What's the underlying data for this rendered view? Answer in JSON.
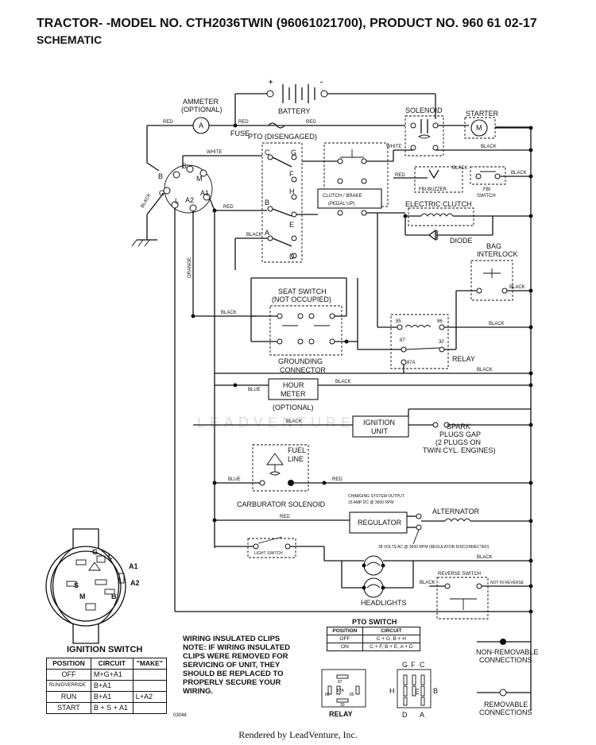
{
  "title": {
    "line1": "TRACTOR- -MODEL NO. CTH2036TWIN (96061021700), PRODUCT NO. 960 61 02-17",
    "line2": "SCHEMATIC"
  },
  "components": {
    "ammeter": "AMMETER",
    "ammeter_opt": "(OPTIONAL)",
    "battery": "BATTERY",
    "plus": "+",
    "minus": "-",
    "fuse": "FUSE",
    "solenoid": "SOLENOID",
    "starter": "STARTER",
    "starter_m": "M",
    "ammeter_a": "A",
    "pto": "PTO (DISENGAGED)",
    "clutch_brake": "CLUTCH / BRAKE",
    "pedal_up": "(PEDAL UP)",
    "fbi_buzzer": "FBI BUZZER",
    "fbi_switch_1": "FBI",
    "fbi_switch_2": "SWITCH",
    "electric_clutch": "ELECTRIC CLUTCH",
    "diode": "DIODE",
    "bag_interlock_1": "BAG",
    "bag_interlock_2": "INTERLOCK",
    "seat_switch_1": "SEAT SWITCH",
    "seat_switch_2": "(NOT OCCUPIED)",
    "grounding_1": "GROUNDING",
    "grounding_2": "CONNECTOR",
    "relay": "RELAY",
    "hour_meter_1": "HOUR",
    "hour_meter_2": "METER",
    "hour_meter_opt": "(OPTIONAL)",
    "ignition_unit_1": "IGNITION",
    "ignition_unit_2": "UNIT",
    "spark_1": "SPARK",
    "spark_2": "PLUGS GAP",
    "spark_3": "(2 PLUGS ON",
    "spark_4": "TWIN CYL. ENGINES)",
    "fuel_line_1": "FUEL",
    "fuel_line_2": "LINE",
    "carb_solenoid": "CARBURATOR SOLENOID",
    "charging_1": "CHARGING SYSTEM OUTPUT",
    "charging_2": "15 AMP DC @ 3600 RPM",
    "regulator": "REGULATOR",
    "alternator": "ALTERNATOR",
    "volts_ac": "28 VOLTS AC @ 3600 RPM (REGULATOR DISCONNECTED)",
    "light_switch": "LIGHT SWITCH",
    "headlights": "HEADLIGHTS",
    "reverse_switch": "REVERSE SWITCH",
    "not_in_reverse": "NOT IN REVERSE",
    "ignition_switch": "IGNITION SWITCH",
    "non_removable_1": "NON-REMOVABLE",
    "non_removable_2": "CONNECTIONS",
    "removable_1": "REMOVABLE",
    "removable_2": "CONNECTIONS",
    "part_no": "03048",
    "relay_bottom": "RELAY",
    "pto_switch_title": "PTO SWITCH"
  },
  "wire_colors": {
    "red": "RED",
    "white": "WHITE",
    "black": "BLACK",
    "blue": "BLUE",
    "orange": "ORANGE"
  },
  "terminals": {
    "ign": [
      "B",
      "S",
      "M",
      "G",
      "L",
      "A2",
      "A1"
    ],
    "pto_left": [
      "C",
      "B",
      "A"
    ],
    "pto_right": [
      "G",
      "F",
      "H",
      "E",
      "D"
    ],
    "relay": [
      "85",
      "86",
      "87",
      "30",
      "87A"
    ],
    "pto_bottom_top": [
      "G",
      "F",
      "C"
    ],
    "pto_bottom_side": [
      "H",
      "E",
      "B"
    ],
    "pto_bottom_bot": [
      "D",
      "A"
    ],
    "ign_face": [
      "G",
      "L",
      "A1",
      "A2",
      "S",
      "B",
      "M"
    ]
  },
  "ignition_table": {
    "headers": [
      "POSITION",
      "CIRCUIT",
      "\"MAKE\""
    ],
    "rows": [
      [
        "OFF",
        "M+G+A1",
        ""
      ],
      [
        "RUN/OVERRIDE",
        "B+A1",
        ""
      ],
      [
        "RUN",
        "B+A1",
        "L+A2"
      ],
      [
        "START",
        "B + S + A1",
        ""
      ]
    ]
  },
  "pto_table": {
    "headers": [
      "POSITION",
      "CIRCUIT"
    ],
    "rows": [
      [
        "OFF",
        "C + G, B + H"
      ],
      [
        "ON",
        "C + F, B + E, A + D"
      ]
    ]
  },
  "notes": {
    "heading": "WIRING INSULATED CLIPS",
    "body": "NOTE: IF WIRING INSULATED CLIPS WERE REMOVED FOR SERVICING OF UNIT, THEY SHOULD BE REPLACED TO PROPERLY SECURE YOUR WIRING."
  },
  "watermark": "LEADVENTURE",
  "footer": "Rendered by LeadVenture, Inc."
}
